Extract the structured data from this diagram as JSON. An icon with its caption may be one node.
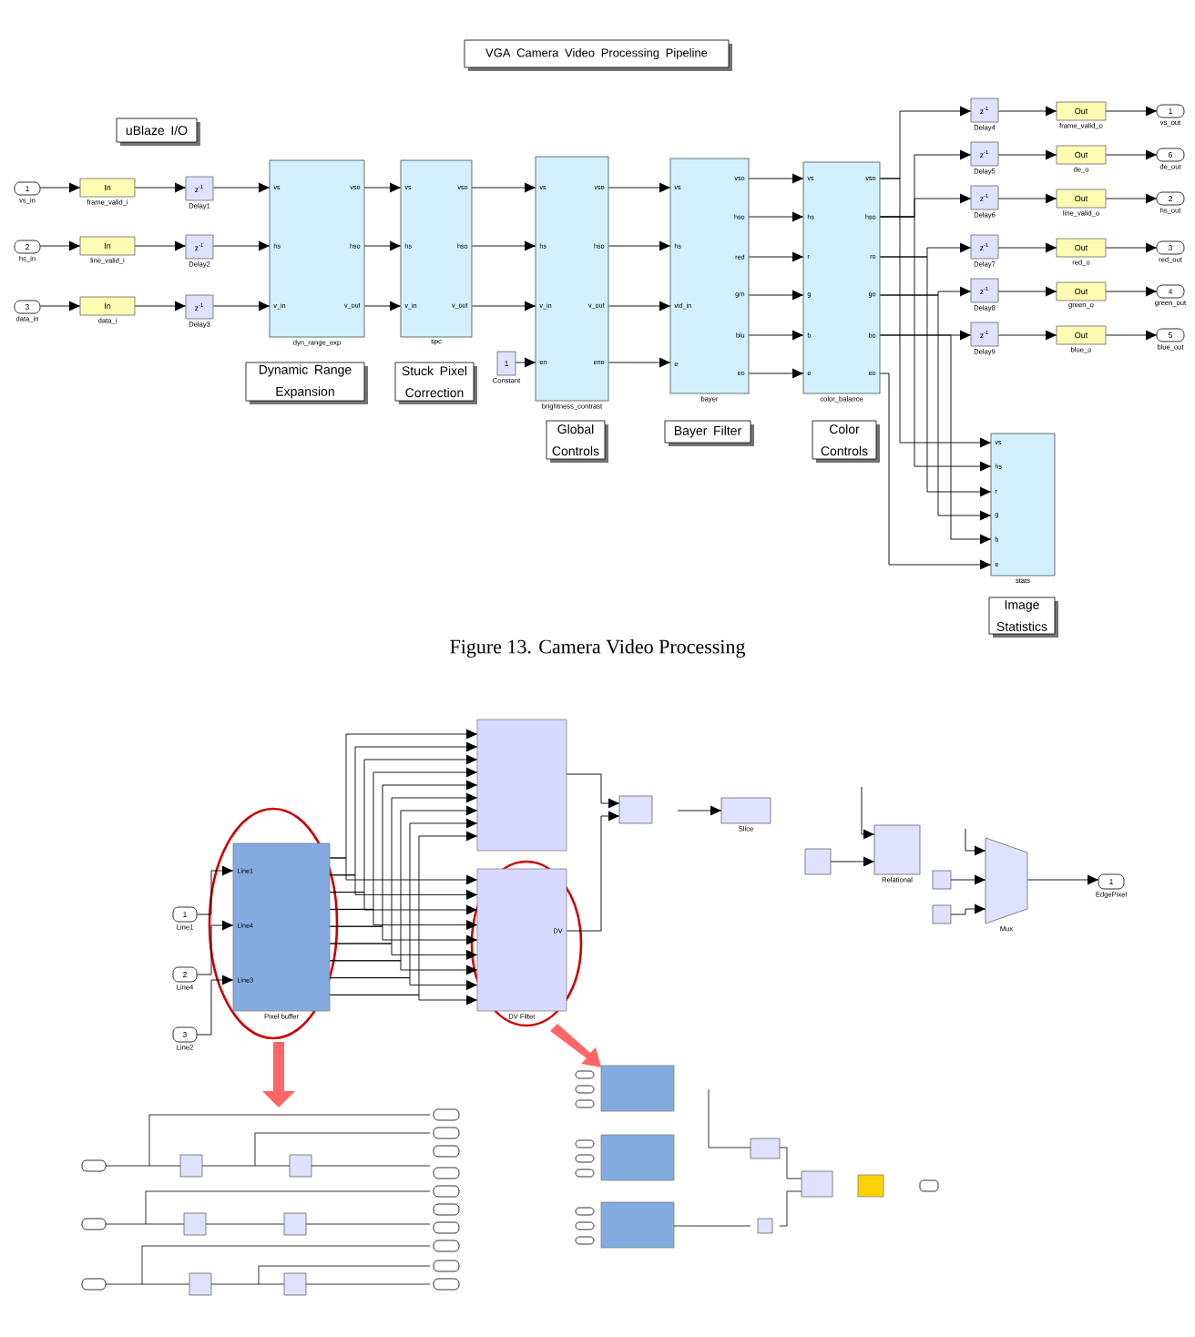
{
  "diagram": {
    "caption": "Figure 13. Camera Video Processing",
    "nodes": [
      {
        "text": [
          "VGA Camera Video Processing Pipeline"
        ]
      },
      {
        "text": [
          "uBlaze I/O"
        ]
      },
      {
        "text": [
          "1"
        ],
        "beside": [
          "vs_in"
        ]
      },
      {
        "text": [
          "2"
        ],
        "beside": [
          "hs_in"
        ]
      },
      {
        "text": [
          "3"
        ],
        "beside": [
          "data_in"
        ]
      },
      {
        "text": [
          "In"
        ],
        "beside": [
          "frame_valid_i"
        ]
      },
      {
        "text": [
          "In"
        ],
        "beside": [
          "line_valid_i"
        ]
      },
      {
        "text": [
          "In"
        ],
        "beside": [
          "data_i"
        ]
      },
      {
        "text": [
          "z$^{-1}$"
        ],
        "beside": [
          "Delay1"
        ]
      },
      {
        "text": [
          "z$^{-1}$"
        ],
        "beside": [
          "Delay2"
        ]
      },
      {
        "text": [
          "z$^{-1}$"
        ],
        "beside": [
          "Delay3"
        ]
      },
      {
        "text": [
          "vs",
          "hs",
          "v_in",
          "vso",
          "hso",
          "v_out"
        ],
        "beside": [
          "dyn_range_exp"
        ]
      },
      {
        "text": [
          "Dynamic Range Expansion"
        ]
      },
      {
        "text": [
          "vs",
          "hs",
          "v_in",
          "vso",
          "hso",
          "v_out"
        ],
        "beside": [
          "spc"
        ]
      },
      {
        "text": [
          "Stuck Pixel Correction"
        ]
      },
      {
        "text": [
          "1"
        ],
        "beside": [
          "Constant"
        ]
      },
      {
        "text": [
          "vs",
          "hs",
          "v_in",
          "en",
          "vso",
          "hso",
          "v_out",
          "eno"
        ],
        "beside": [
          "brightness_contrast"
        ]
      },
      {
        "text": [
          "Global Controls"
        ]
      },
      {
        "text": [
          "vs",
          "hs",
          "vid_in",
          "e",
          "vso",
          "hso",
          "red",
          "grn",
          "blu",
          "eo"
        ],
        "beside": [
          "bayer"
        ]
      },
      {
        "text": [
          "Bayer Filter"
        ]
      },
      {
        "text": [
          "vs",
          "hs",
          "r",
          "g",
          "b",
          "e",
          "vso",
          "hso",
          "ro",
          "go",
          "bo",
          "eo"
        ],
        "beside": [
          "color_balance"
        ]
      },
      {
        "text": [
          "Color Controls"
        ]
      },
      {
        "text": [
          "z$^{-1}$"
        ],
        "beside": [
          "Delay4"
        ]
      },
      {
        "text": [
          "z$^{-1}$"
        ],
        "beside": [
          "Delay5"
        ]
      },
      {
        "text": [
          "z$^{-1}$"
        ],
        "beside": [
          "Delay6"
        ]
      },
      {
        "text": [
          "z$^{-1}$"
        ],
        "beside": [
          "Delay7"
        ]
      },
      {
        "text": [
          "z$^{-1}$"
        ],
        "beside": [
          "Delay8"
        ]
      },
      {
        "text": [
          "z$^{-1}$"
        ],
        "beside": [
          "Delay9"
        ]
      },
      {
        "text": [
          "Out"
        ],
        "beside": [
          "frame_valid_o"
        ]
      },
      {
        "text": [
          "Out"
        ],
        "beside": [
          "de_o"
        ]
      },
      {
        "text": [
          "Out"
        ],
        "beside": [
          "line_valid_o"
        ]
      },
      {
        "text": [
          "Out"
        ],
        "beside": [
          "red_o"
        ]
      },
      {
        "text": [
          "Out"
        ],
        "beside": [
          "green_o"
        ]
      },
      {
        "text": [
          "Out"
        ],
        "beside": [
          "blue_o"
        ]
      },
      {
        "text": [
          "1"
        ],
        "beside": [
          "vs_out"
        ]
      },
      {
        "text": [
          "6"
        ],
        "beside": [
          "de_out"
        ]
      },
      {
        "text": [
          "2"
        ],
        "beside": [
          "hs_out"
        ]
      },
      {
        "text": [
          "3"
        ],
        "beside": [
          "red_out"
        ]
      },
      {
        "text": [
          "4"
        ],
        "beside": [
          "green_out"
        ]
      },
      {
        "text": [
          "5"
        ],
        "beside": [
          "blue_out"
        ]
      },
      {
        "text": [
          "vs",
          "hs",
          "r",
          "g",
          "b",
          "e"
        ],
        "beside": [
          "stats"
        ]
      },
      {
        "text": [
          "Image Statistics"
        ]
      },
      {
        "text": [
          "1"
        ],
        "beside": [
          "Line1"
        ]
      },
      {
        "text": [
          "2"
        ],
        "beside": [
          "Line4"
        ]
      },
      {
        "text": [
          "3"
        ],
        "beside": [
          "Line2"
        ]
      },
      {
        "text": [
          "Line1",
          "Line4",
          "Line3"
        ],
        "beside": [
          "Pixel buffer"
        ]
      },
      {
        "text": [],
        "shape": "box"
      },
      {
        "text": [
          "DV"
        ],
        "beside": [
          "DV Filter"
        ]
      },
      {
        "text": [],
        "shape": "box"
      },
      {
        "text": [],
        "shape": "box",
        "beside": [
          "Slice"
        ]
      },
      {
        "text": [],
        "shape": "box"
      },
      {
        "text": [],
        "shape": "box",
        "beside": [
          "Relational"
        ]
      },
      {
        "text": [],
        "shape": "box"
      },
      {
        "text": [],
        "shape": "box"
      },
      {
        "text": [],
        "shape": "trapezoid",
        "beside": [
          "Mux"
        ]
      },
      {
        "text": [
          "1"
        ],
        "beside": [
          "EdgePixel"
        ]
      }
    ],
    "edges": [
      {
        "from": 2,
        "to": 5,
        "arrow": "to"
      },
      {
        "from": 3,
        "to": 6,
        "arrow": "to"
      },
      {
        "from": 4,
        "to": 7,
        "arrow": "to"
      },
      {
        "from": 5,
        "to": 8,
        "arrow": "to"
      },
      {
        "from": 6,
        "to": 9,
        "arrow": "to"
      },
      {
        "from": 7,
        "to": 10,
        "arrow": "to"
      },
      {
        "from": 8,
        "to": 11,
        "arrow": "to"
      },
      {
        "from": 9,
        "to": 11,
        "arrow": "to"
      },
      {
        "from": 10,
        "to": 11,
        "arrow": "to"
      },
      {
        "from": 11,
        "to": 13,
        "arrow": "to"
      },
      {
        "from": 11,
        "to": 13,
        "arrow": "to"
      },
      {
        "from": 11,
        "to": 13,
        "arrow": "to"
      },
      {
        "from": 13,
        "to": 16,
        "arrow": "to"
      },
      {
        "from": 13,
        "to": 16,
        "arrow": "to"
      },
      {
        "from": 13,
        "to": 16,
        "arrow": "to"
      },
      {
        "from": 15,
        "to": 16,
        "arrow": "to"
      },
      {
        "from": 16,
        "to": 18,
        "arrow": "to"
      },
      {
        "from": 16,
        "to": 18,
        "arrow": "to"
      },
      {
        "from": 16,
        "to": 18,
        "arrow": "to"
      },
      {
        "from": 16,
        "to": 18,
        "arrow": "to"
      },
      {
        "from": 18,
        "to": 20,
        "arrow": "to"
      },
      {
        "from": 18,
        "to": 20,
        "arrow": "to"
      },
      {
        "from": 18,
        "to": 20,
        "arrow": "to"
      },
      {
        "from": 18,
        "to": 20,
        "arrow": "to"
      },
      {
        "from": 18,
        "to": 20,
        "arrow": "to"
      },
      {
        "from": 18,
        "to": 20,
        "arrow": "to"
      },
      {
        "from": 20,
        "to": 22,
        "arrow": "to"
      },
      {
        "from": 20,
        "to": 23,
        "arrow": "to"
      },
      {
        "from": 20,
        "to": 24,
        "arrow": "to"
      },
      {
        "from": 20,
        "to": 25,
        "arrow": "to"
      },
      {
        "from": 20,
        "to": 26,
        "arrow": "to"
      },
      {
        "from": 20,
        "to": 27,
        "arrow": "to"
      },
      {
        "from": 22,
        "to": 28,
        "arrow": "to"
      },
      {
        "from": 23,
        "to": 29,
        "arrow": "to"
      },
      {
        "from": 24,
        "to": 30,
        "arrow": "to"
      },
      {
        "from": 25,
        "to": 31,
        "arrow": "to"
      },
      {
        "from": 26,
        "to": 32,
        "arrow": "to"
      },
      {
        "from": 27,
        "to": 33,
        "arrow": "to"
      },
      {
        "from": 28,
        "to": 34,
        "arrow": "to"
      },
      {
        "from": 29,
        "to": 35,
        "arrow": "to"
      },
      {
        "from": 30,
        "to": 36,
        "arrow": "to"
      },
      {
        "from": 31,
        "to": 37,
        "arrow": "to"
      },
      {
        "from": 32,
        "to": 38,
        "arrow": "to"
      },
      {
        "from": 33,
        "to": 39,
        "arrow": "to"
      },
      {
        "from": 20,
        "to": 40,
        "arrow": "to"
      },
      {
        "from": 20,
        "to": 40,
        "arrow": "to"
      },
      {
        "from": 20,
        "to": 40,
        "arrow": "to"
      },
      {
        "from": 20,
        "to": 40,
        "arrow": "to"
      },
      {
        "from": 20,
        "to": 40,
        "arrow": "to"
      },
      {
        "from": 20,
        "to": 40,
        "arrow": "to"
      },
      {
        "from": 42,
        "to": 45,
        "arrow": "to"
      },
      {
        "from": 43,
        "to": 45,
        "arrow": "to"
      },
      {
        "from": 44,
        "to": 45,
        "arrow": "to"
      },
      {
        "from": 45,
        "to": 46,
        "arrow": "to"
      },
      {
        "from": 45,
        "to": 46,
        "arrow": "to"
      },
      {
        "from": 45,
        "to": 46,
        "arrow": "to"
      },
      {
        "from": 45,
        "to": 46,
        "arrow": "to"
      },
      {
        "from": 45,
        "to": 46,
        "arrow": "to"
      },
      {
        "from": 45,
        "to": 46,
        "arrow": "to"
      },
      {
        "from": 45,
        "to": 46,
        "arrow": "to"
      },
      {
        "from": 45,
        "to": 46,
        "arrow": "to"
      },
      {
        "from": 45,
        "to": 46,
        "arrow": "to"
      },
      {
        "from": 45,
        "to": 47,
        "arrow": "to"
      },
      {
        "from": 45,
        "to": 47,
        "arrow": "to"
      },
      {
        "from": 45,
        "to": 47,
        "arrow": "to"
      },
      {
        "from": 45,
        "to": 47,
        "arrow": "to"
      },
      {
        "from": 45,
        "to": 47,
        "arrow": "to"
      },
      {
        "from": 45,
        "to": 47,
        "arrow": "to"
      },
      {
        "from": 45,
        "to": 47,
        "arrow": "to"
      },
      {
        "from": 45,
        "to": 47,
        "arrow": "to"
      },
      {
        "from": 45,
        "to": 47,
        "arrow": "to"
      },
      {
        "from": 46,
        "to": 48,
        "arrow": "to"
      },
      {
        "from": 47,
        "to": 48,
        "arrow": "to"
      },
      {
        "from": null,
        "to": 49,
        "arrow": "to"
      },
      {
        "from": 50,
        "to": 51,
        "arrow": "to"
      },
      {
        "from": null,
        "to": 51,
        "arrow": "to"
      },
      {
        "from": 52,
        "to": 54,
        "arrow": "to"
      },
      {
        "from": 53,
        "to": 54,
        "arrow": "to"
      },
      {
        "from": null,
        "to": 54,
        "arrow": "to"
      },
      {
        "from": 54,
        "to": 55,
        "arrow": "to"
      }
    ]
  }
}
